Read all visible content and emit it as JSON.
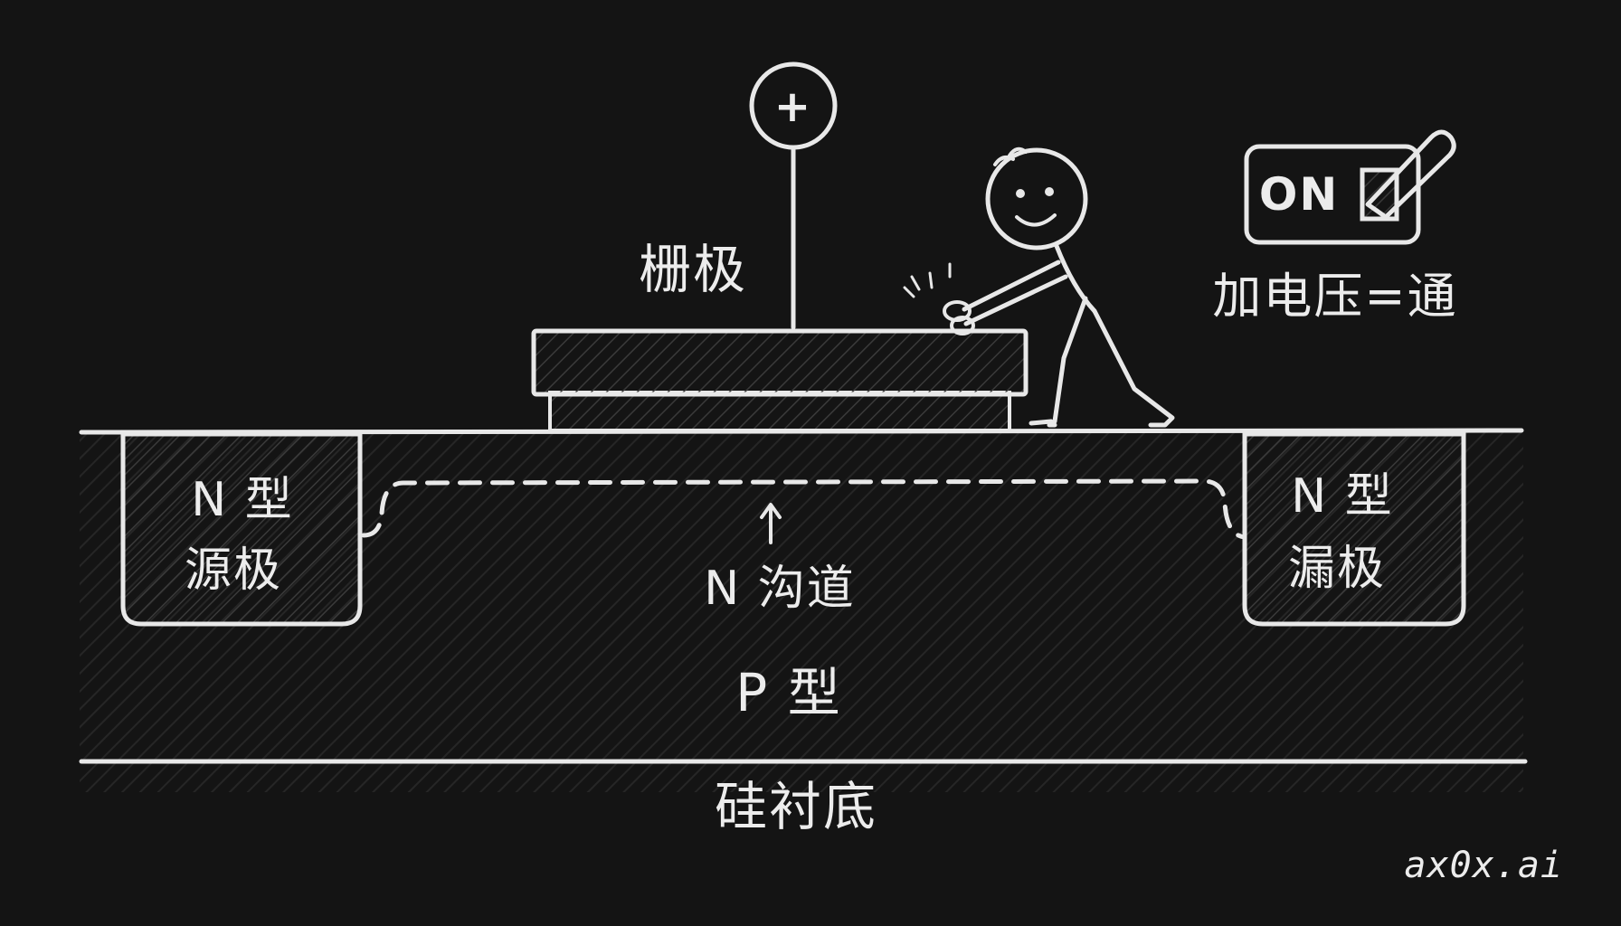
{
  "labels": {
    "gate": "栅极",
    "gate_polarity": "+",
    "source_line1": "N 型",
    "source_line2": "源极",
    "drain_line1": "N 型",
    "drain_line2": "漏极",
    "channel": "N 沟道",
    "p_region": "P 型",
    "substrate": "硅衬底"
  },
  "switch": {
    "state_text": "ON",
    "caption": "加电压=通"
  },
  "watermark": "ax0x.ai",
  "colors": {
    "background": "#141414",
    "chalk": "#e8e8e8",
    "hatch": "#3a3a3a"
  }
}
